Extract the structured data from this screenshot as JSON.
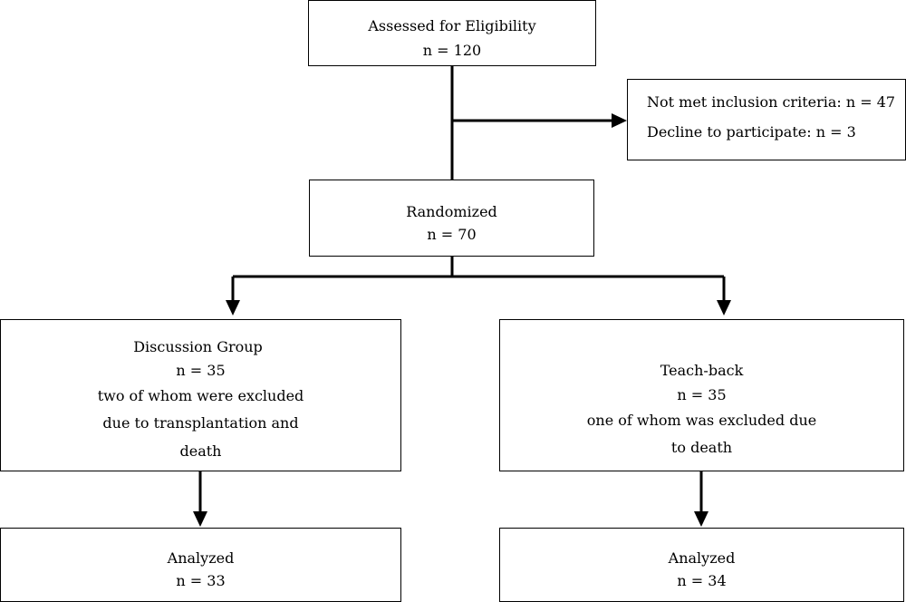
{
  "assessed": {
    "title": "Assessed for Eligibility",
    "count": "n = 120"
  },
  "excluded": {
    "criteria": "Not met inclusion criteria: n = 47",
    "declined": "Decline to participate: n = 3"
  },
  "randomized": {
    "title": "Randomized",
    "count": "n = 70"
  },
  "discussion": {
    "title": "Discussion Group",
    "count": "n = 35",
    "note_line1": "two of whom were excluded",
    "note_line2": "due to transplantation and",
    "note_line3": "death"
  },
  "teachback": {
    "title": "Teach-back",
    "count": "n = 35",
    "note_line1": "one of whom was excluded due",
    "note_line2": "to death"
  },
  "analyzed_left": {
    "title": "Analyzed",
    "count": "n = 33"
  },
  "analyzed_right": {
    "title": "Analyzed",
    "count": "n = 34"
  }
}
